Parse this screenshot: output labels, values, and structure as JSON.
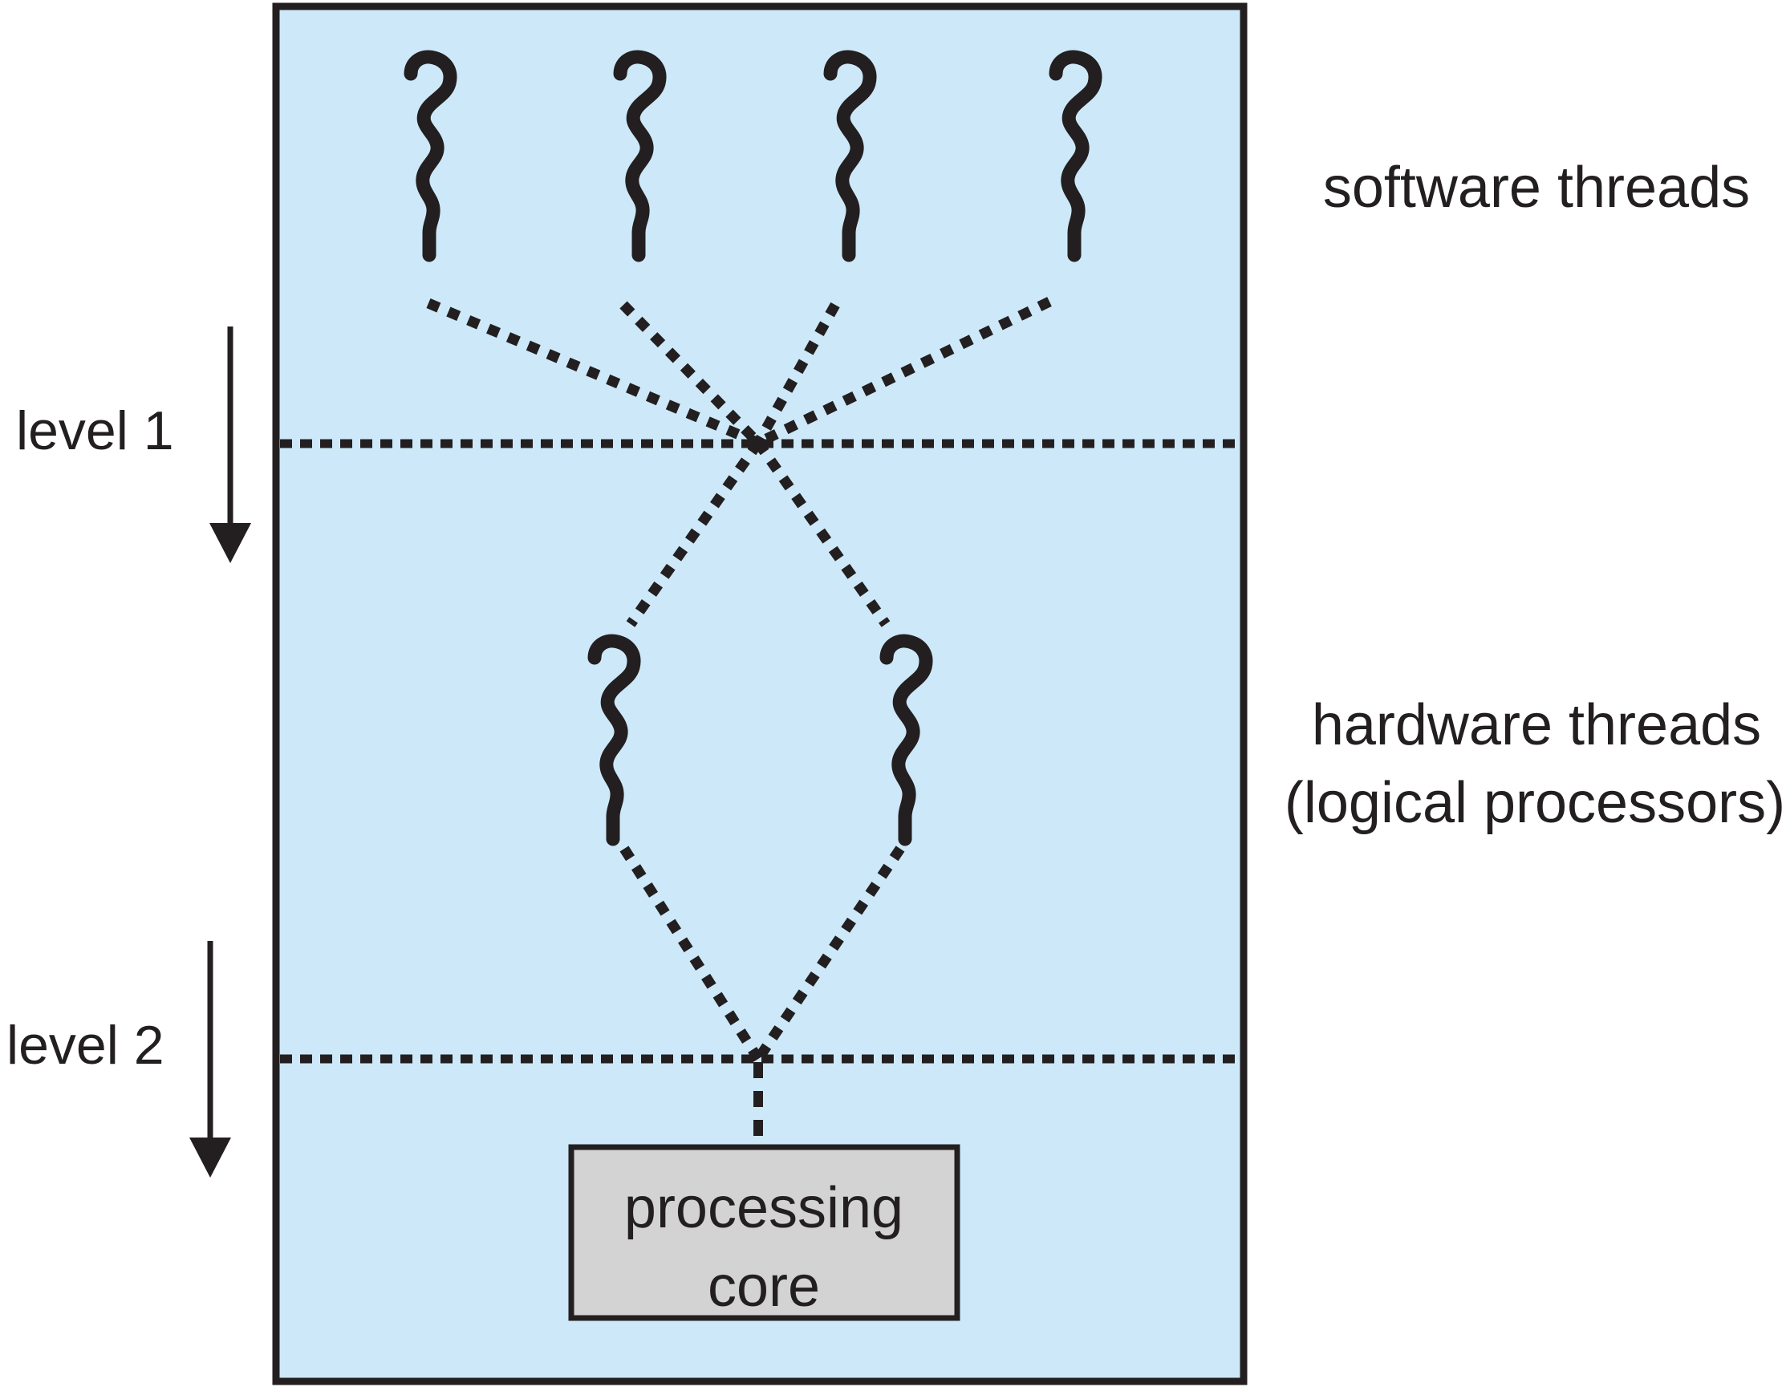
{
  "figure": {
    "title_hint": "two-level thread scheduling diagram",
    "labels": {
      "software_threads": "software threads",
      "hardware_threads_line1": "hardware threads",
      "hardware_threads_line2": "(logical processors)",
      "level1": "level 1",
      "level2": "level 2",
      "processing_core_line1": "processing",
      "processing_core_line2": "core"
    },
    "counts": {
      "software_threads": 4,
      "hardware_threads": 2,
      "processing_cores": 1
    },
    "icons": {
      "thread_symbol": "squiggle-thread-icon",
      "level_arrow": "down-arrow-icon"
    },
    "colors": {
      "box_fill": "#cde9f9",
      "core_fill": "#d3d3d4",
      "ink": "#231f20",
      "background": "#ffffff"
    }
  }
}
